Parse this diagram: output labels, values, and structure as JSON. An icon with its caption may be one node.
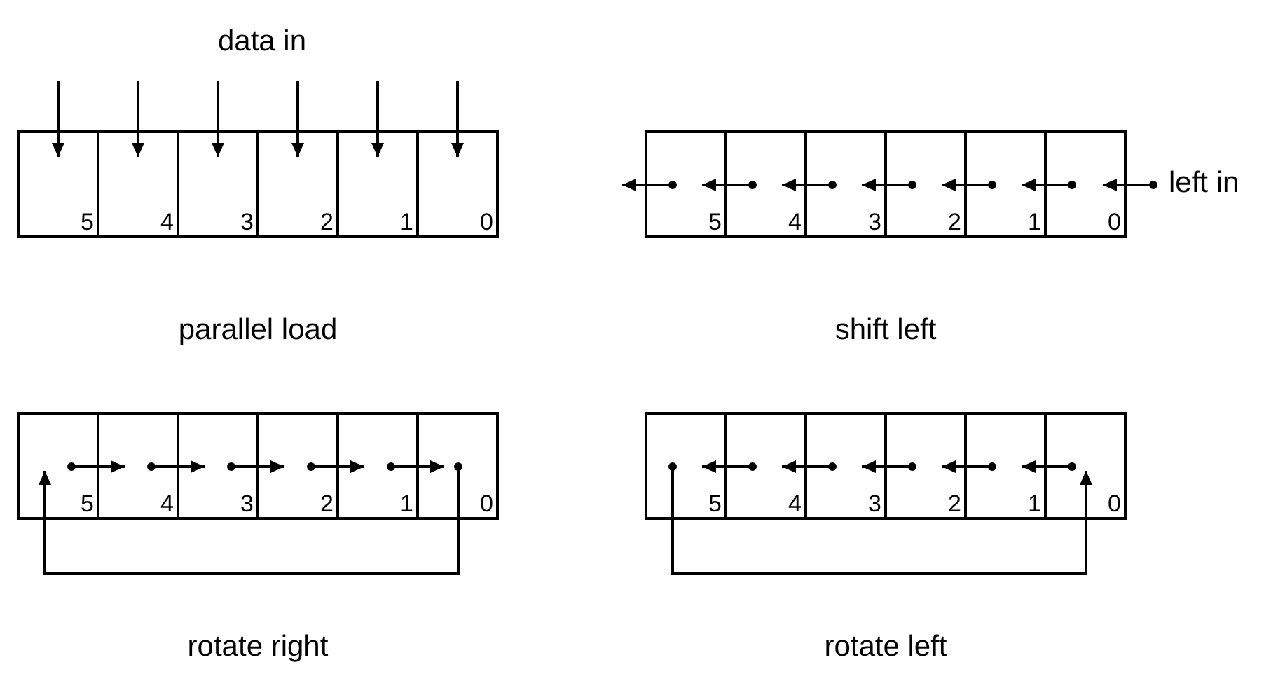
{
  "diagram": {
    "nodes": [
      {
        "text": [],
        "shape": "box",
        "beside": [
          "parallel load"
        ]
      },
      {
        "text": [
          "5"
        ],
        "in": 0
      },
      {
        "text": [
          "4"
        ],
        "in": 0
      },
      {
        "text": [
          "3"
        ],
        "in": 0
      },
      {
        "text": [
          "2"
        ],
        "in": 0
      },
      {
        "text": [
          "1"
        ],
        "in": 0
      },
      {
        "text": [
          "0"
        ],
        "in": 0
      },
      {
        "text": [],
        "shape": "box",
        "beside": [
          "shift left"
        ]
      },
      {
        "text": [
          "5"
        ],
        "in": 7
      },
      {
        "text": [
          "4"
        ],
        "in": 7
      },
      {
        "text": [
          "3"
        ],
        "in": 7
      },
      {
        "text": [
          "2"
        ],
        "in": 7
      },
      {
        "text": [
          "1"
        ],
        "in": 7
      },
      {
        "text": [
          "0"
        ],
        "in": 7
      },
      {
        "text": [
          "left in"
        ]
      },
      {
        "text": [],
        "shape": "box",
        "beside": [
          "rotate right"
        ]
      },
      {
        "text": [
          "5"
        ],
        "in": 15
      },
      {
        "text": [
          "4"
        ],
        "in": 15
      },
      {
        "text": [
          "3"
        ],
        "in": 15
      },
      {
        "text": [
          "2"
        ],
        "in": 15
      },
      {
        "text": [
          "1"
        ],
        "in": 15
      },
      {
        "text": [
          "0"
        ],
        "in": 15
      },
      {
        "text": [],
        "shape": "box",
        "beside": [
          "rotate left"
        ]
      },
      {
        "text": [
          "5"
        ],
        "in": 22
      },
      {
        "text": [
          "4"
        ],
        "in": 22
      },
      {
        "text": [
          "3"
        ],
        "in": 22
      },
      {
        "text": [
          "2"
        ],
        "in": 22
      },
      {
        "text": [
          "1"
        ],
        "in": 22
      },
      {
        "text": [
          "0"
        ],
        "in": 22
      }
    ],
    "edges": [
      {
        "from": null,
        "to": 1,
        "arrow": "to"
      },
      {
        "from": null,
        "to": 2,
        "arrow": "to"
      },
      {
        "from": null,
        "to": 3,
        "arrow": "to"
      },
      {
        "from": null,
        "to": 4,
        "arrow": "to"
      },
      {
        "from": null,
        "to": 5,
        "arrow": "to"
      },
      {
        "from": null,
        "to": 6,
        "arrow": "to"
      },
      {
        "from": 8,
        "to": null,
        "arrow": "to"
      },
      {
        "from": 9,
        "to": 8,
        "arrow": "to"
      },
      {
        "from": 10,
        "to": 9,
        "arrow": "to"
      },
      {
        "from": 11,
        "to": 10,
        "arrow": "to"
      },
      {
        "from": 12,
        "to": 11,
        "arrow": "to"
      },
      {
        "from": 13,
        "to": 12,
        "arrow": "to"
      },
      {
        "from": 14,
        "to": 13,
        "arrow": "to"
      },
      {
        "from": 16,
        "to": 17,
        "arrow": "to"
      },
      {
        "from": 17,
        "to": 18,
        "arrow": "to"
      },
      {
        "from": 18,
        "to": 19,
        "arrow": "to"
      },
      {
        "from": 19,
        "to": 20,
        "arrow": "to"
      },
      {
        "from": 20,
        "to": 21,
        "arrow": "to"
      },
      {
        "from": 21,
        "to": 16,
        "arrow": "to"
      },
      {
        "from": 24,
        "to": 23,
        "arrow": "to"
      },
      {
        "from": 25,
        "to": 24,
        "arrow": "to"
      },
      {
        "from": 26,
        "to": 25,
        "arrow": "to"
      },
      {
        "from": 27,
        "to": 26,
        "arrow": "to"
      },
      {
        "from": 28,
        "to": 27,
        "arrow": "to"
      },
      {
        "from": 23,
        "to": 28,
        "arrow": "to"
      }
    ],
    "labels": [
      "data in"
    ]
  }
}
